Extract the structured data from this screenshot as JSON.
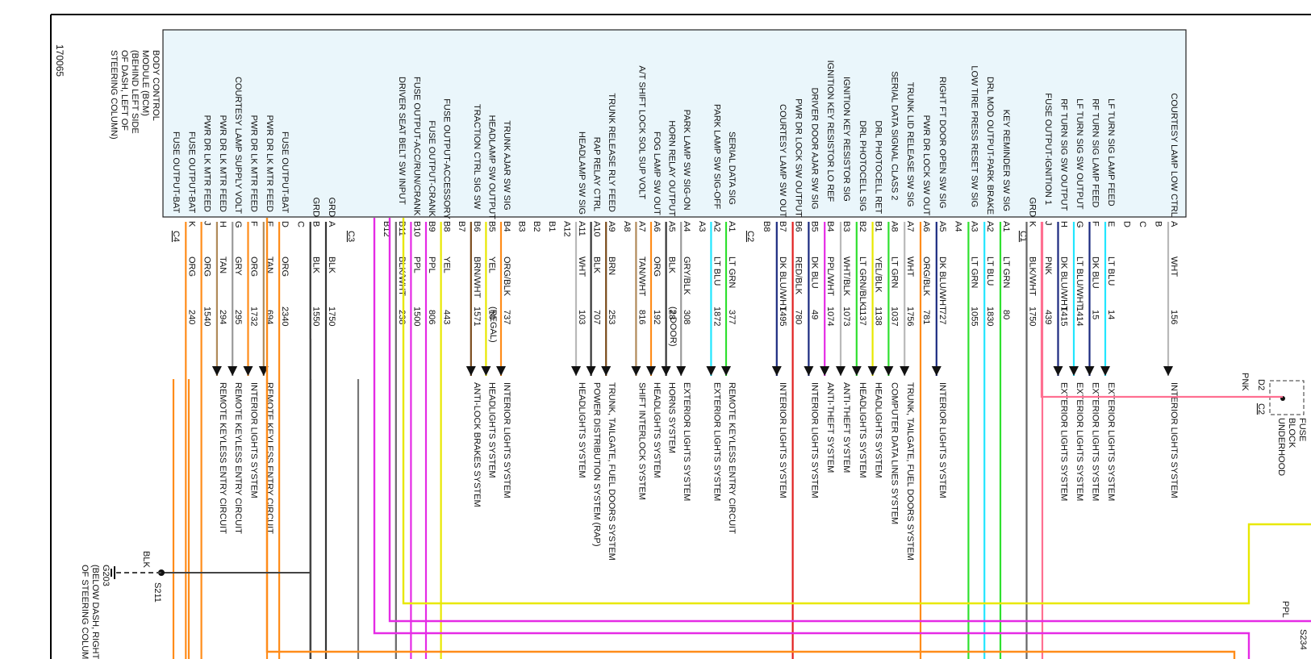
{
  "diagram_id": "170065",
  "bcm": {
    "title_lines": [
      "BODY CONTROL",
      "MODULE (BCM)",
      "(BEHIND LEFT SIDE",
      "OF DASH, LEFT OF",
      "STEERING COLUMN)"
    ],
    "pins": [
      {
        "conn": "C1",
        "pin": "A",
        "func": "COURTESY LAMP LOW CTRL",
        "color": "WHT",
        "circuit": "156",
        "dest": "INTERIOR LIGHTS SYSTEM",
        "hex": "#b9b9b9"
      },
      {
        "conn": "C1",
        "pin": "B",
        "func": "",
        "color": "",
        "circuit": "",
        "dest": "",
        "hex": ""
      },
      {
        "conn": "C1",
        "pin": "C",
        "func": "",
        "color": "",
        "circuit": "",
        "dest": "",
        "hex": ""
      },
      {
        "conn": "C1",
        "pin": "D",
        "func": "",
        "color": "",
        "circuit": "",
        "dest": "",
        "hex": ""
      },
      {
        "conn": "C1",
        "pin": "E",
        "func": "LF TURN SIG LAMP FEED",
        "color": "LT BLU",
        "circuit": "14",
        "dest": "EXTERIOR LIGHTS SYSTEM",
        "hex": "#22e6ff"
      },
      {
        "conn": "C1",
        "pin": "F",
        "func": "RF TURN SIG LAMP FEED",
        "color": "DK BLU",
        "circuit": "15",
        "dest": "EXTERIOR LIGHTS SYSTEM",
        "hex": "#1b2a80"
      },
      {
        "conn": "C1",
        "pin": "G",
        "func": "LF TURN SIG SW OUTPUT",
        "color": "LT BLU/WHT",
        "circuit": "1414",
        "dest": "EXTERIOR LIGHTS SYSTEM",
        "hex": "#22e6ff"
      },
      {
        "conn": "C1",
        "pin": "H",
        "func": "RF TURN SIG SW OUTPUT",
        "color": "DK BLU/WHT",
        "circuit": "1415",
        "dest": "EXTERIOR LIGHTS SYSTEM",
        "hex": "#1b2a80"
      },
      {
        "conn": "C1",
        "pin": "J",
        "func": "FUSE OUTPUT-IGNITION 1",
        "color": "PNK",
        "circuit": "439",
        "dest": "",
        "hex": "#ff6f91"
      },
      {
        "conn": "C1",
        "pin": "K",
        "func": "GRD",
        "color": "BLK/WHT",
        "circuit": "1750",
        "dest": "",
        "hex": "#666666"
      },
      {
        "conn": "C2",
        "pin": "A1",
        "func": "KEY REMINDER SW SIG",
        "color": "LT GRN",
        "circuit": "80",
        "dest": "",
        "hex": "#2fe02f"
      },
      {
        "conn": "C2",
        "pin": "A2",
        "func": "DRL MOD OUTPUT-PARK BRAKE",
        "color": "LT BLU",
        "circuit": "1830",
        "dest": "",
        "hex": "#22e6ff"
      },
      {
        "conn": "C2",
        "pin": "A3",
        "func": "LOW TIRE PRESS RESET SW SIG",
        "color": "LT GRN",
        "circuit": "1055",
        "dest": "",
        "hex": "#2fe02f"
      },
      {
        "conn": "C2",
        "pin": "A4",
        "func": "",
        "color": "",
        "circuit": "",
        "dest": "",
        "hex": ""
      },
      {
        "conn": "C2",
        "pin": "A5",
        "func": "RIGHT FT DOOR OPEN SW SIG",
        "color": "DK BLU/WHT",
        "circuit": "727",
        "dest": "INTERIOR LIGHTS SYSTEM",
        "hex": "#1b2a80"
      },
      {
        "conn": "C2",
        "pin": "A6",
        "func": "PWR DR LOCK SW OUT",
        "color": "ORG/BLK",
        "circuit": "781",
        "dest": "",
        "hex": "#ff8c1a"
      },
      {
        "conn": "C2",
        "pin": "A7",
        "func": "TRUNK LID RELEASE SW SIG",
        "color": "WHT",
        "circuit": "1756",
        "dest": "TRUNK, TAILGATE, FUEL DOORS SYSTEM",
        "hex": "#b9b9b9"
      },
      {
        "conn": "C2",
        "pin": "A8",
        "func": "SERIAL DATA SIGNAL CLASS 2",
        "color": "LT GRN",
        "circuit": "1037",
        "dest": "COMPUTER DATA LINES SYSTEM",
        "hex": "#2fe02f"
      },
      {
        "conn": "C2",
        "pin": "B1",
        "func": "DRL PHOTOCELL RET",
        "color": "YEL/BLK",
        "circuit": "1138",
        "dest": "HEADLIGHTS SYSTEM",
        "hex": "#e8e800"
      },
      {
        "conn": "C2",
        "pin": "B2",
        "func": "DRL PHOTOCELL SIG",
        "color": "LT GRN/BLK",
        "circuit": "1137",
        "dest": "HEADLIGHTS SYSTEM",
        "hex": "#2fe02f"
      },
      {
        "conn": "C2",
        "pin": "B3",
        "func": "IGNITION KEY RESISTOR SIG",
        "color": "WHT/BLK",
        "circuit": "1073",
        "dest": "ANTI-THEFT SYSTEM",
        "hex": "#b9b9b9"
      },
      {
        "conn": "C2",
        "pin": "B4",
        "func": "IGNITION KEY RESISTOR LO REF",
        "color": "PPL/WHT",
        "circuit": "1074",
        "dest": "ANTI-THEFT SYSTEM",
        "hex": "#e52be5"
      },
      {
        "conn": "C2",
        "pin": "B5",
        "func": "DRIVER DOOR AJAR SW SIG",
        "color": "DK BLU",
        "circuit": "49",
        "dest": "INTERIOR LIGHTS SYSTEM",
        "hex": "#1b2a80"
      },
      {
        "conn": "C2",
        "pin": "B6",
        "func": "PWR DR LOCK SW OUTPUT",
        "color": "RED/BLK",
        "circuit": "780",
        "dest": "",
        "hex": "#e02020"
      },
      {
        "conn": "C2",
        "pin": "B7",
        "func": "COURTESY LAMP SW OUT",
        "color": "DK BLU/WHT",
        "circuit": "1495",
        "dest": "INTERIOR LIGHTS SYSTEM",
        "hex": "#1b2a80"
      },
      {
        "conn": "C2",
        "pin": "B8",
        "func": "",
        "color": "",
        "circuit": "",
        "dest": "",
        "hex": ""
      },
      {
        "conn": "C3",
        "pin": "A1",
        "func": "SERIAL DATA SIG",
        "color": "LT GRN",
        "circuit": "377",
        "dest": "REMOTE KEYLESS ENTRY CIRCUIT",
        "hex": "#2fe02f"
      },
      {
        "conn": "C3",
        "pin": "A2",
        "func": "PARK LAMP SW SIG-OFF",
        "color": "LT BLU",
        "circuit": "1872",
        "dest": "EXTERIOR LIGHTS SYSTEM",
        "hex": "#22e6ff"
      },
      {
        "conn": "C3",
        "pin": "A3",
        "func": "",
        "color": "",
        "circuit": "",
        "dest": "",
        "hex": ""
      },
      {
        "conn": "C3",
        "pin": "A4",
        "func": "PARK LAMP SW SIG-ON",
        "color": "GRY/BLK",
        "circuit": "308",
        "dest": "EXTERIOR LIGHTS SYSTEM",
        "hex": "#9a9a9a"
      },
      {
        "conn": "C3",
        "pin": "A5",
        "func": "HORN RELAY OUTPUT",
        "color": "BLK",
        "circuit": "28",
        "dest": "HORNS SYSTEM",
        "hex": "#333333"
      },
      {
        "conn": "C3",
        "pin": "A6",
        "func": "FOG LAMP SW OUT",
        "color": "ORG",
        "circuit": "192",
        "note": "(2 DOOR)",
        "dest": "HEADLIGHTS SYSTEM",
        "hex": "#ff8c1a"
      },
      {
        "conn": "C3",
        "pin": "A7",
        "func": "A/T SHIFT LOCK SOL SUP VOLT",
        "color": "TAN/WHT",
        "circuit": "816",
        "dest": "SHIFT INTERLOCK SYSTEM",
        "hex": "#b08a5a"
      },
      {
        "conn": "C3",
        "pin": "A8",
        "func": "",
        "color": "",
        "circuit": "",
        "dest": "",
        "hex": ""
      },
      {
        "conn": "C3",
        "pin": "A9",
        "func": "TRUNK RELEASE RLY FEED",
        "color": "BRN",
        "circuit": "253",
        "dest": "TRUNK, TAILGATE, FUEL DOORS SYSTEM",
        "hex": "#7a4a1a"
      },
      {
        "conn": "C3",
        "pin": "A10",
        "func": "RAP RELAY CTRL",
        "color": "BLK",
        "circuit": "707",
        "dest": "POWER DISTRIBUTION SYSTEM (RAP)",
        "hex": "#333333"
      },
      {
        "conn": "C3",
        "pin": "A11",
        "func": "HEADLAMP SW SIG",
        "color": "WHT",
        "circuit": "103",
        "dest": "HEADLIGHTS SYSTEM",
        "hex": "#b9b9b9"
      },
      {
        "conn": "C3",
        "pin": "A12",
        "func": "",
        "color": "",
        "circuit": "",
        "dest": "",
        "hex": ""
      },
      {
        "conn": "C3",
        "pin": "B1",
        "func": "",
        "color": "",
        "circuit": "",
        "dest": "",
        "hex": ""
      },
      {
        "conn": "C3",
        "pin": "B2",
        "func": "",
        "color": "",
        "circuit": "",
        "dest": "",
        "hex": ""
      },
      {
        "conn": "C3",
        "pin": "B3",
        "func": "",
        "color": "",
        "circuit": "",
        "dest": "",
        "hex": ""
      },
      {
        "conn": "C3",
        "pin": "B4",
        "func": "TRUNK AJAR SW SIG",
        "color": "ORG/BLK",
        "circuit": "737",
        "dest": "INTERIOR LIGHTS SYSTEM",
        "hex": "#ff8c1a"
      },
      {
        "conn": "C3",
        "pin": "B5",
        "func": "HEADLAMP SW OUTPUT",
        "color": "YEL",
        "circuit": "10",
        "dest": "HEADLIGHTS SYSTEM",
        "hex": "#e8e800"
      },
      {
        "conn": "C3",
        "pin": "B6",
        "func": "TRACTION CTRL SIG SW",
        "color": "BRN/WHT",
        "circuit": "1571",
        "dest": "ANTI-LOCK BRAKES SYSTEM",
        "note": "(REGAL)",
        "hex": "#7a4a1a"
      },
      {
        "conn": "C3",
        "pin": "B7",
        "func": "",
        "color": "",
        "circuit": "",
        "dest": "",
        "hex": ""
      },
      {
        "conn": "C3",
        "pin": "B8",
        "func": "FUSE OUTPUT-ACCESSORY",
        "color": "YEL",
        "circuit": "443",
        "dest": "",
        "hex": "#e8e800"
      },
      {
        "conn": "C3",
        "pin": "B9",
        "func": "FUSE OUTPUT-CRANK",
        "color": "PPL",
        "circuit": "806",
        "dest": "",
        "hex": "#e52be5"
      },
      {
        "conn": "C3",
        "pin": "B10",
        "func": "FUSE OUTPUT-ACC/RUN/CRANK",
        "color": "PPL",
        "circuit": "1500",
        "dest": "",
        "hex": "#e52be5"
      },
      {
        "conn": "C3",
        "pin": "B11",
        "func": "DRIVER SEAT BELT SW INPUT",
        "color": "BLK/WHT",
        "circuit": "238",
        "dest": "",
        "hex": "#666666"
      },
      {
        "conn": "C3",
        "pin": "B12",
        "func": "",
        "color": "",
        "circuit": "",
        "dest": "",
        "hex": ""
      },
      {
        "conn": "C4",
        "pin": "A",
        "func": "GRD",
        "color": "BLK",
        "circuit": "1750",
        "dest": "",
        "hex": "#333333"
      },
      {
        "conn": "C4",
        "pin": "B",
        "func": "GRD",
        "color": "BLK",
        "circuit": "1550",
        "dest": "",
        "hex": "#333333"
      },
      {
        "conn": "C4",
        "pin": "C",
        "func": "",
        "color": "",
        "circuit": "",
        "dest": "",
        "hex": ""
      },
      {
        "conn": "C4",
        "pin": "D",
        "func": "FUSE OUTPUT-BAT",
        "color": "ORG",
        "circuit": "2340",
        "dest": "",
        "hex": "#ff8c1a"
      },
      {
        "conn": "C4",
        "pin": "E",
        "func": "PWR DR LK MTR FEED",
        "color": "TAN",
        "circuit": "694",
        "dest": "REMOTE KEYLESS ENTRY CIRCUIT",
        "hex": "#b08a5a"
      },
      {
        "conn": "C4",
        "pin": "F",
        "func": "PWR DR LK MTR FEED",
        "color": "ORG",
        "circuit": "1732",
        "dest": "INTERIOR LIGHTS SYSTEM",
        "hex": "#ff8c1a"
      },
      {
        "conn": "C4",
        "pin": "G",
        "func": "COURTESY LAMP SUPPLY VOLT",
        "color": "GRY",
        "circuit": "295",
        "dest": "REMOTE KEYLESS ENTRY CIRCUIT",
        "hex": "#9a9a9a"
      },
      {
        "conn": "C4",
        "pin": "H",
        "func": "PWR DR LK MTR FEED",
        "color": "TAN",
        "circuit": "294",
        "dest": "REMOTE KEYLESS ENTRY CIRCUIT",
        "hex": "#b08a5a"
      },
      {
        "conn": "C4",
        "pin": "J",
        "func": "PWR DR LK MTR FEED",
        "color": "ORG",
        "circuit": "1540",
        "dest": "",
        "hex": "#ff8c1a"
      },
      {
        "conn": "C4",
        "pin": "K",
        "func": "FUSE OUTPUT-BAT",
        "color": "ORG",
        "circuit": "240",
        "dest": "",
        "hex": "#ff8c1a"
      },
      {
        "conn": "C4",
        "pin": "",
        "func": "FUSE OUTPUT-BAT",
        "color": "",
        "circuit": "",
        "dest": "",
        "hex": ""
      }
    ]
  },
  "fuse_block": {
    "label_lines": [
      "FUSE",
      "BLOCK",
      "UNDERHOOD"
    ],
    "pin_label": "D2",
    "conn_label": "C2",
    "wire_color": "PNK"
  },
  "ground": {
    "splice": "S211",
    "wire_color": "BLK",
    "label_lines": [
      "G203",
      "(BELOW DASH, RIGHT",
      "OF STEERING COLUMN)"
    ]
  },
  "right_edge": {
    "wire_color": "PPL",
    "splice": "S234"
  },
  "colors": {
    "module_fill": "#eaf6fb",
    "orange": "#ff8c1a",
    "purple": "#e52be5",
    "yellow": "#e8e800",
    "green": "#2fe02f",
    "light_blue": "#22e6ff",
    "red": "#e02020",
    "pink": "#ff6f91"
  }
}
